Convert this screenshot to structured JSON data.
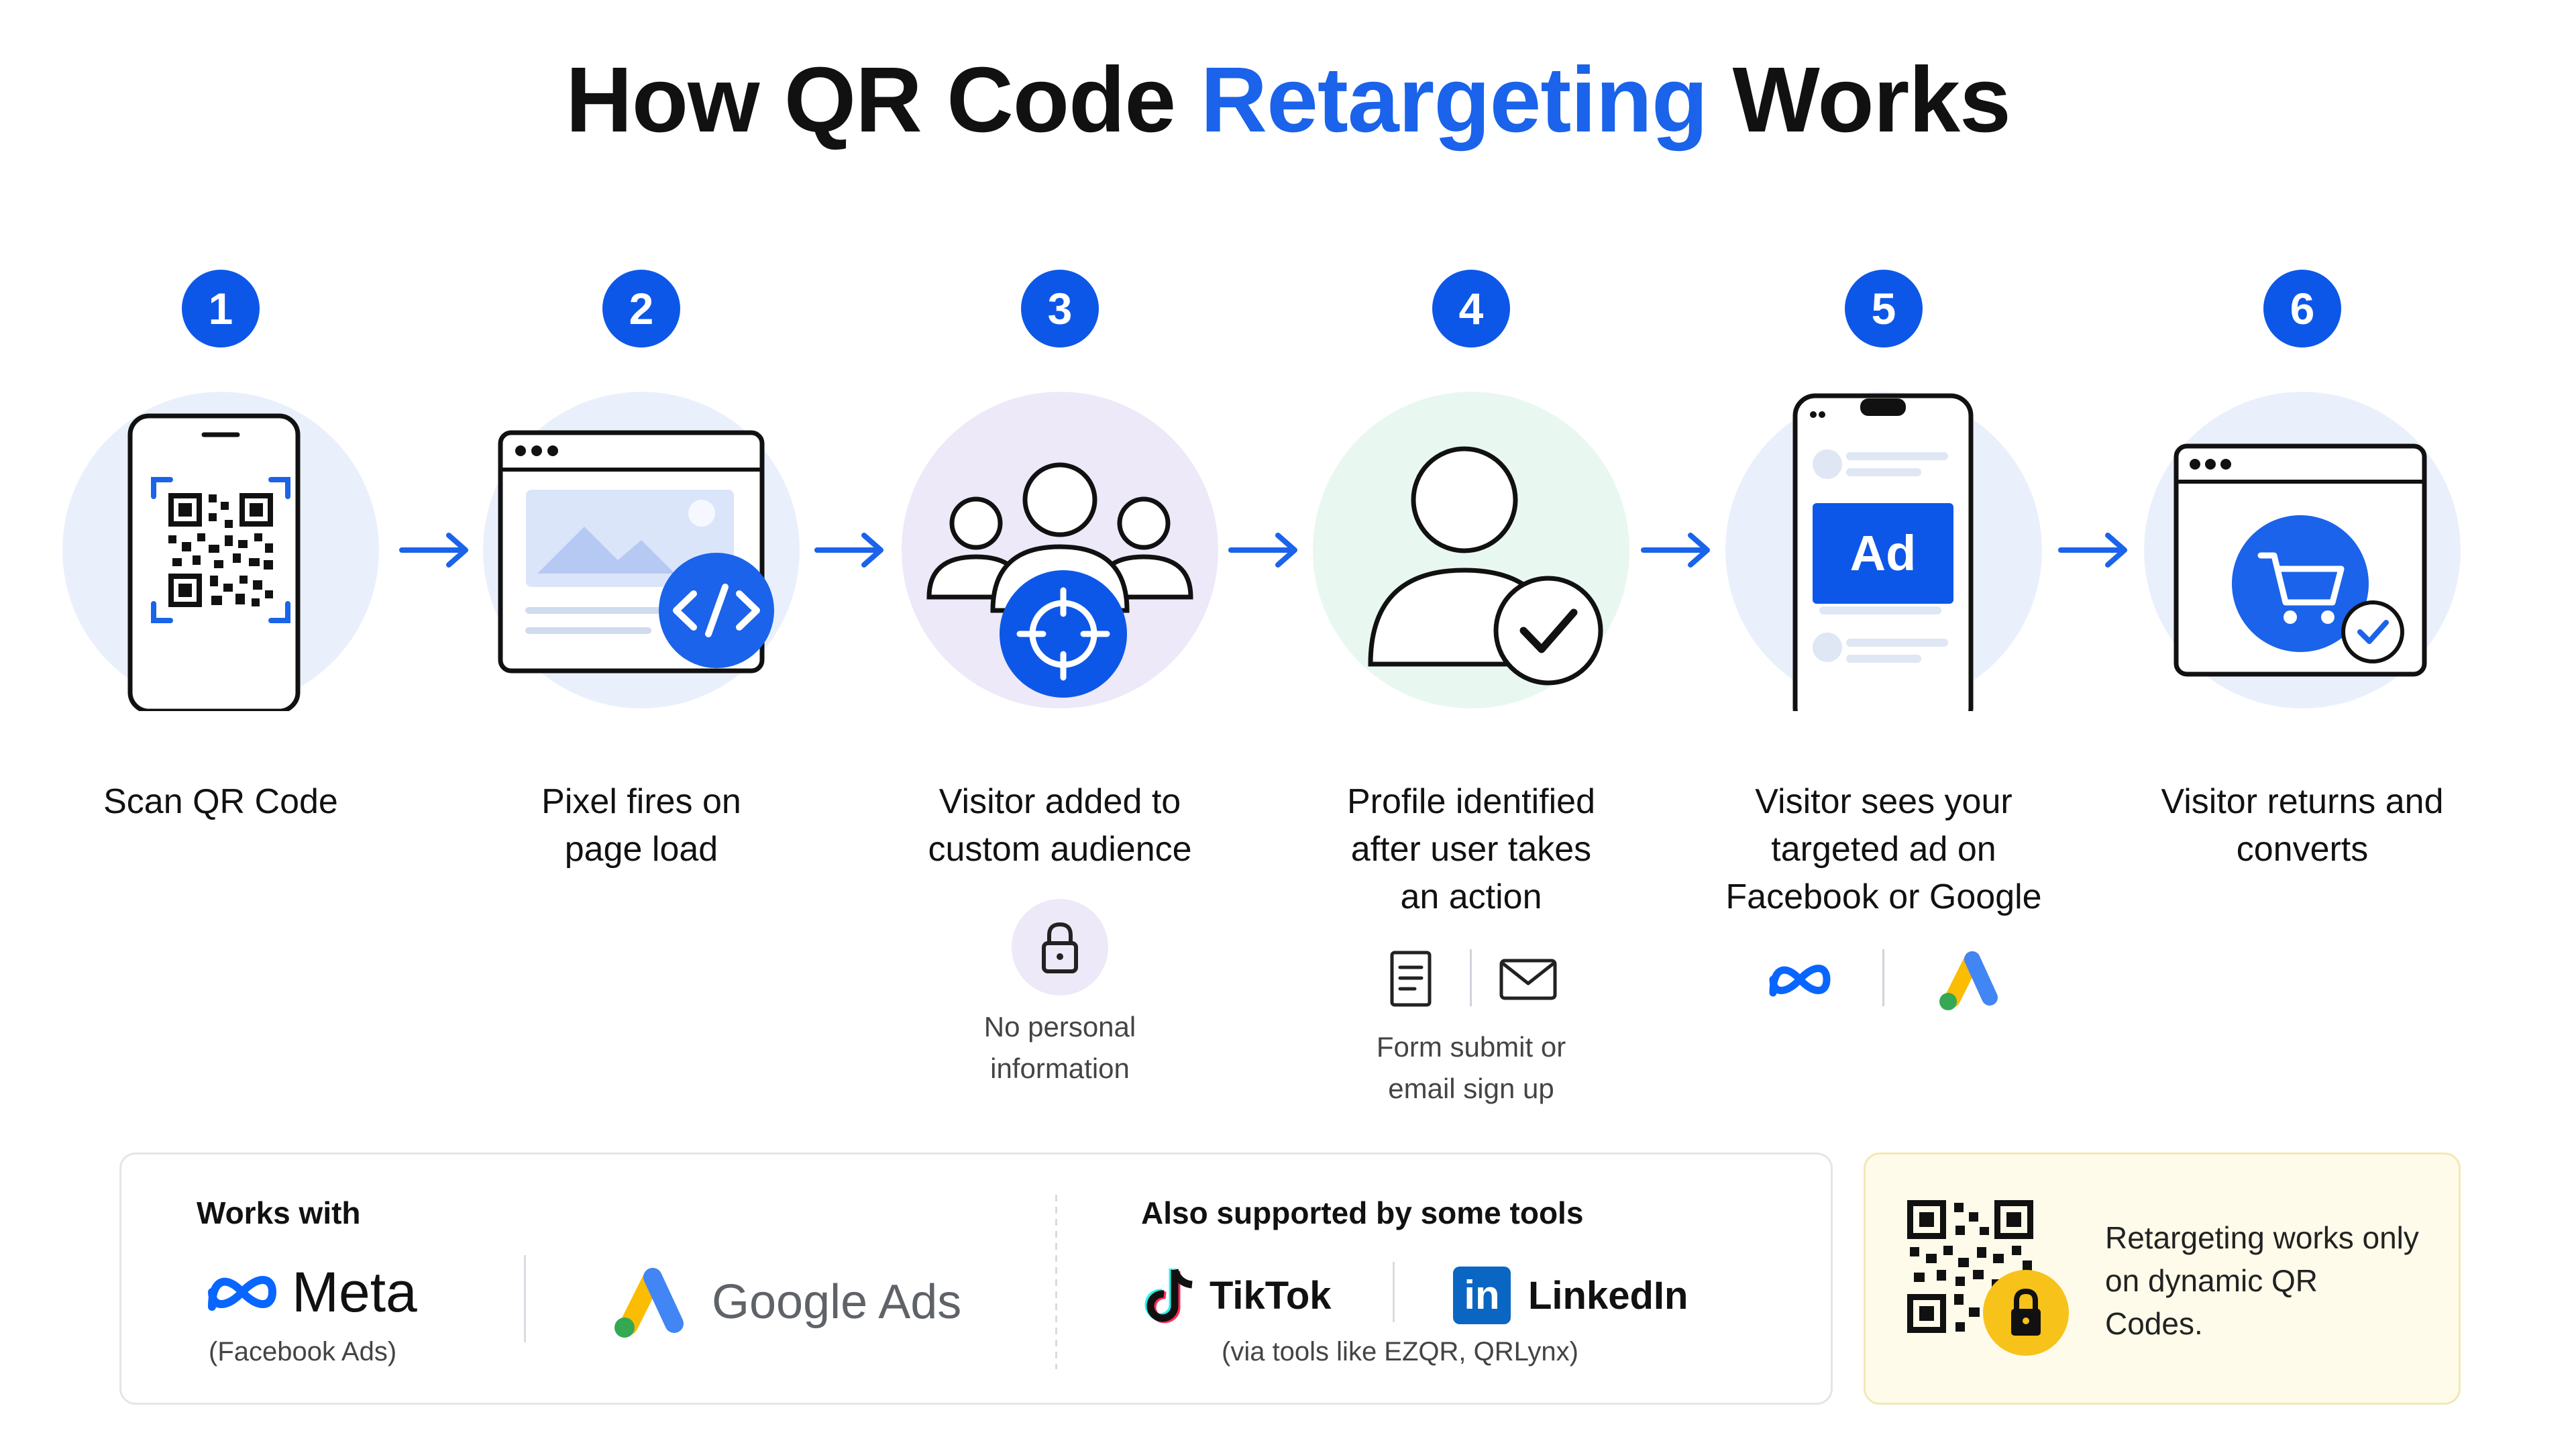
{
  "header": {
    "title_prefix": "How QR Code",
    "title_accent": "Retargeting",
    "title_suffix": "Works"
  },
  "steps": [
    {
      "number": "1",
      "label": "Scan QR Code"
    },
    {
      "number": "2",
      "label": "Pixel fires on page load"
    },
    {
      "number": "3",
      "label": "Visitor added to custom audience",
      "note": "No personal information"
    },
    {
      "number": "4",
      "label": "Profile identified after user takes an action",
      "note": "Form submit or email sign up"
    },
    {
      "number": "5",
      "label": "Visitor sees your targeted ad on Facebook or Google",
      "ad_text": "Ad"
    },
    {
      "number": "6",
      "label": "Visitor returns and converts"
    }
  ],
  "works_with": {
    "heading": "Works with",
    "meta_label": "Meta",
    "meta_sub": "(Facebook Ads)",
    "google_label": "Google Ads",
    "also_heading": "Also supported by some tools",
    "tiktok_label": "TikTok",
    "linkedin_label": "LinkedIn",
    "linkedin_mark": "in",
    "also_sub": "(via tools like EZQR, QRLynx)"
  },
  "note": {
    "text": "Retargeting works only on dynamic QR Codes."
  },
  "colors": {
    "primary_blue": "#0d57e8",
    "accent_blue": "#1a63ea",
    "google_yellow": "#fbbc04",
    "google_blue": "#4285f4",
    "google_green": "#34a853",
    "note_bg": "#fffbea",
    "lock_yellow": "#f7c21a"
  },
  "icons": [
    "qr-code-icon",
    "phone-icon",
    "browser-icon",
    "code-icon",
    "people-icon",
    "target-icon",
    "lock-icon",
    "user-icon",
    "check-icon",
    "form-icon",
    "mail-icon",
    "ad-icon",
    "meta-icon",
    "google-ads-icon",
    "cart-icon",
    "tiktok-icon",
    "linkedin-icon",
    "arrow-right-icon"
  ]
}
